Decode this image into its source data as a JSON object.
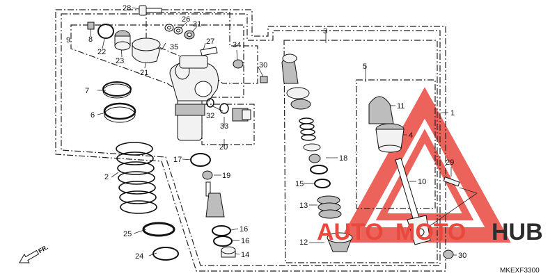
{
  "diagram_code": "MKEXF3300",
  "direction_label": "FR.",
  "watermark": {
    "prefix": "AUTO",
    "middle": "MOTO",
    "suffix": "HUB"
  },
  "colors": {
    "watermark_red": "#e8483e",
    "watermark_dark": "#2d2d2d",
    "line": "#111111",
    "part_fill": "#f2f2f2",
    "part_shade": "#bdbdbd"
  },
  "callouts": [
    "1",
    "2",
    "3",
    "4",
    "5",
    "6",
    "7",
    "8",
    "9",
    "10",
    "11",
    "12",
    "13",
    "14",
    "15",
    "16",
    "16",
    "17",
    "18",
    "19",
    "20",
    "21",
    "22",
    "23",
    "24",
    "25",
    "26",
    "27",
    "28",
    "29",
    "30",
    "30",
    "31",
    "32",
    "33",
    "34",
    "35"
  ]
}
